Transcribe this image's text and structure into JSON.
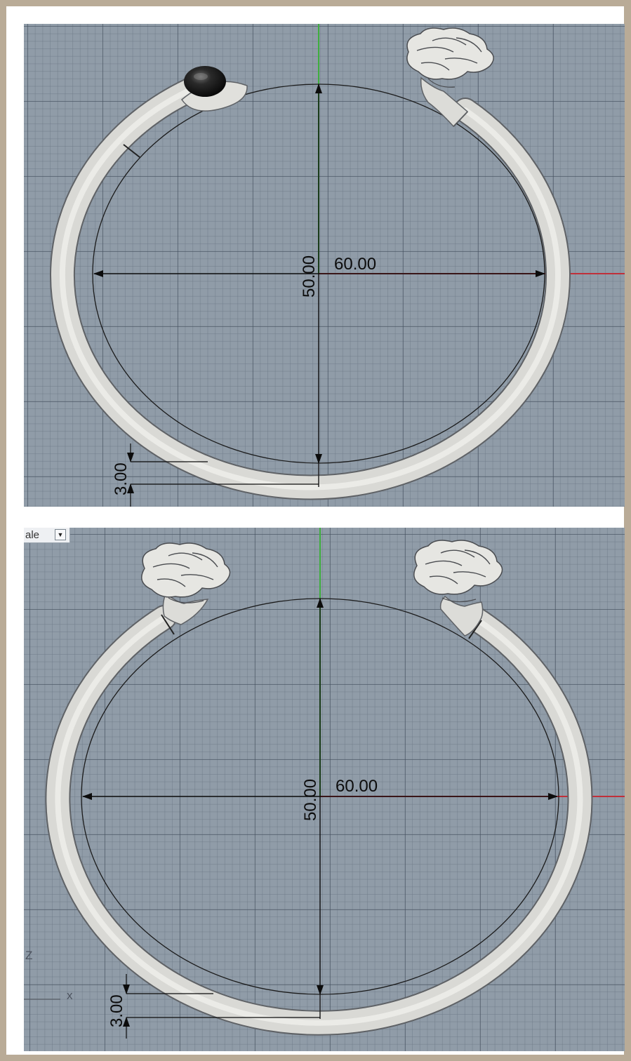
{
  "views": [
    {
      "id": "top",
      "dimensions": {
        "width": "60.00",
        "height": "50.00",
        "thickness": "3.00"
      },
      "ends": {
        "left": "black-cabochon-stone",
        "right": "rose-flower"
      }
    },
    {
      "id": "bottom",
      "dimensions": {
        "width": "60.00",
        "height": "50.00",
        "thickness": "3.00"
      },
      "ends": {
        "left": "rose-flower",
        "right": "rose-flower"
      }
    }
  ],
  "scale_dropdown": {
    "label": "ale",
    "arrow": "▼"
  },
  "axis_widget": {
    "z_label": "Z",
    "x_label": "x"
  },
  "colors": {
    "viewport_bg": "#909ca8",
    "x_axis": "#c0303a",
    "y_axis": "#3fae3f",
    "bangle": "#dcdcd8",
    "dimension_line": "#0c0c0c",
    "page_border": "#b9ab97"
  }
}
